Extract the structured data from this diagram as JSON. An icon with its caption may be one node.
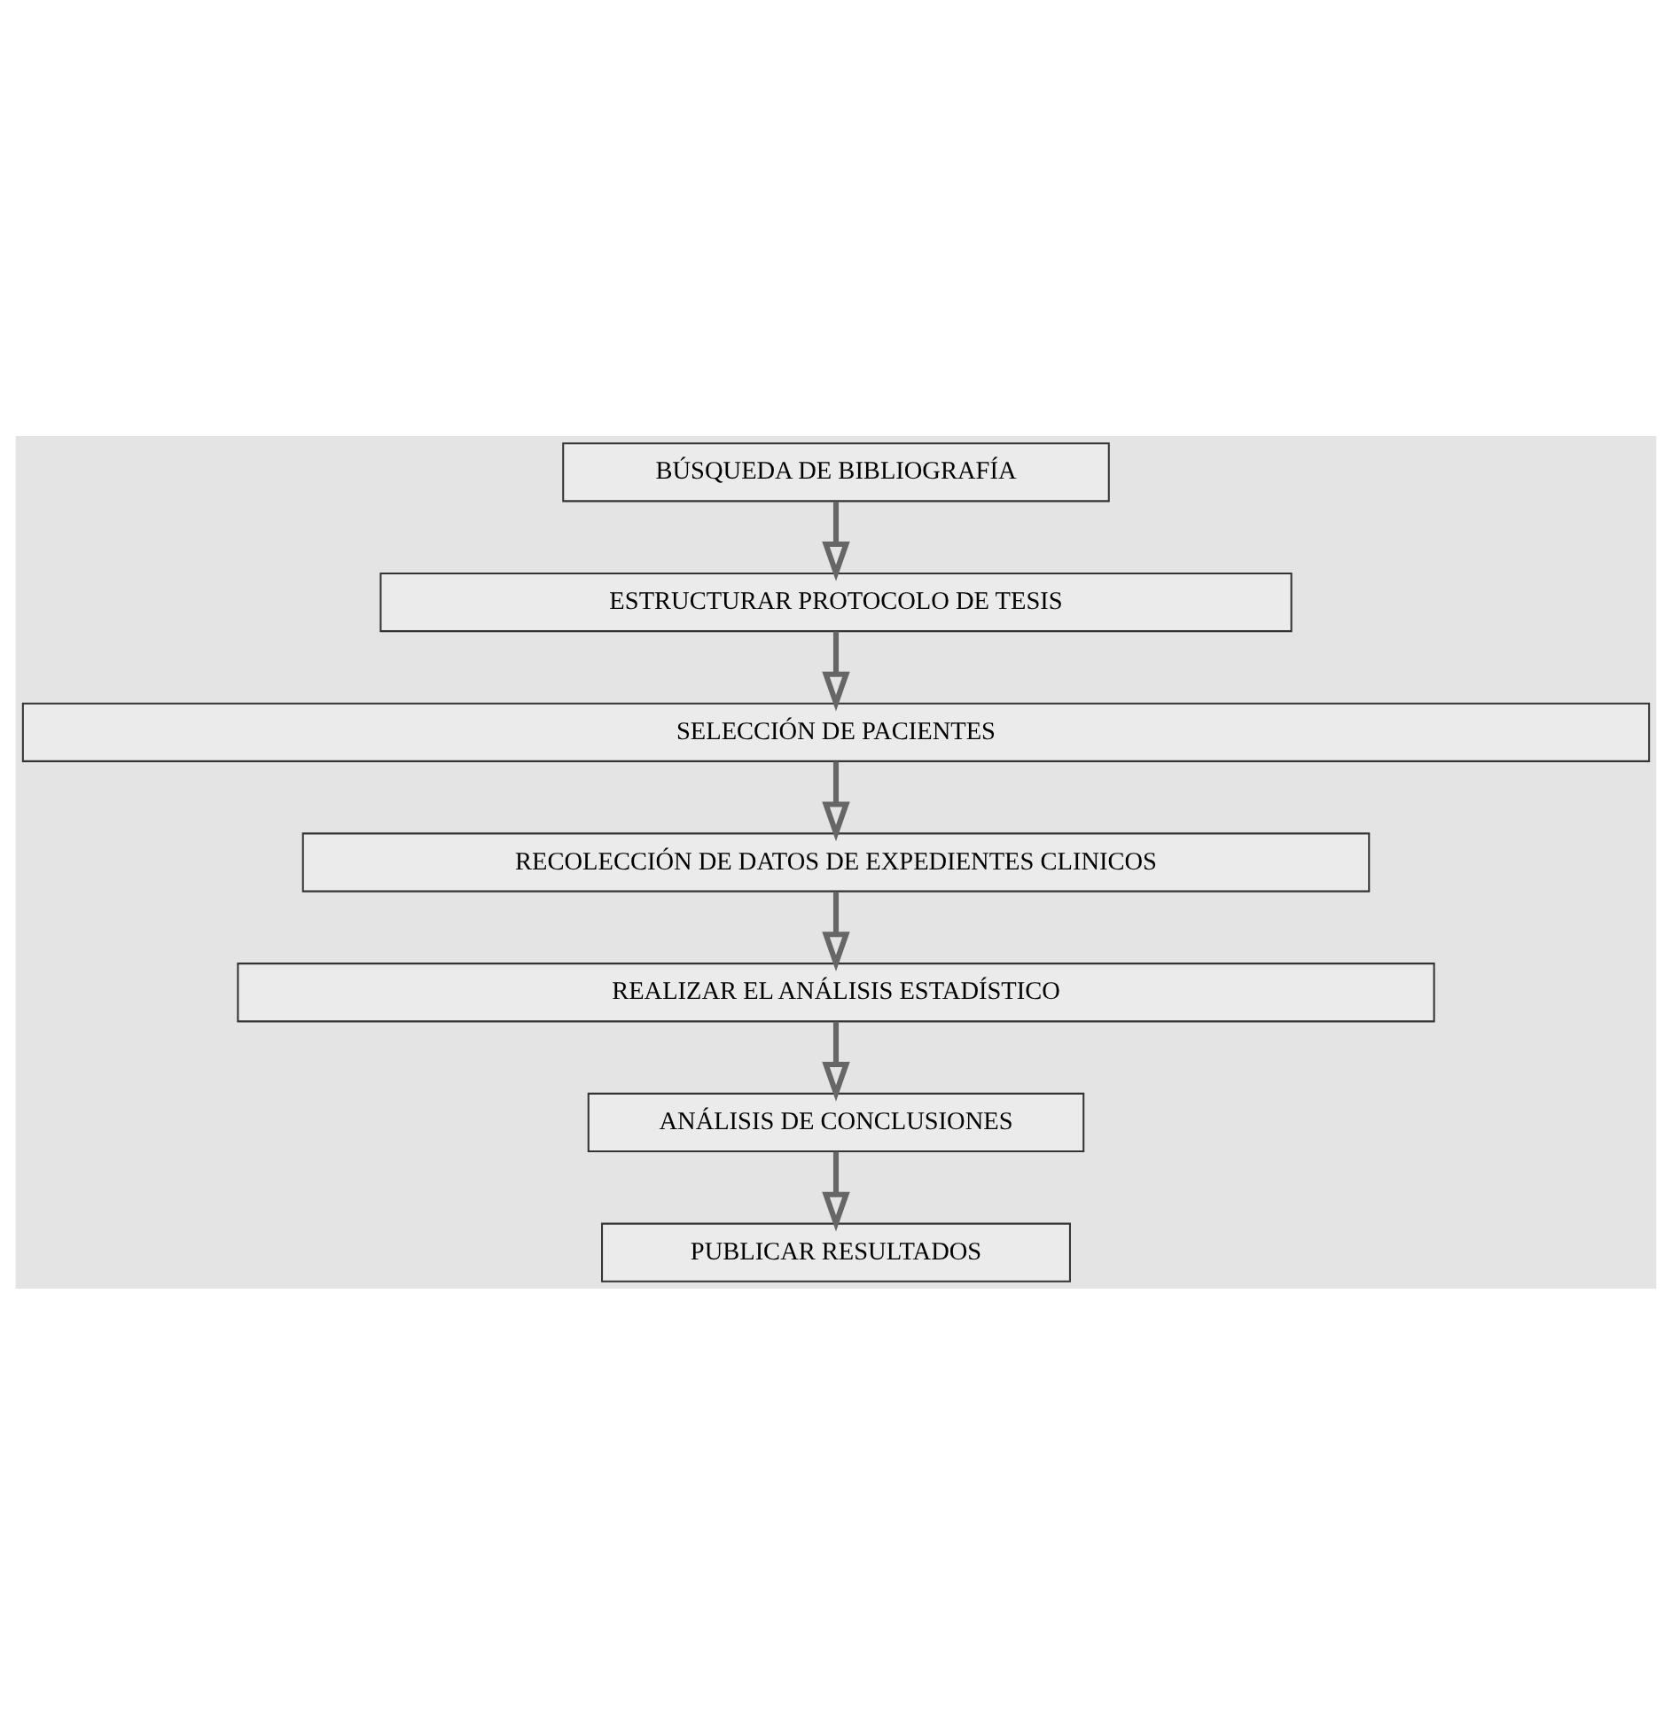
{
  "diagram": {
    "nodes": [
      {
        "text": [
          "BÚSQUEDA DE BIBLIOGRAFÍA"
        ]
      },
      {
        "text": [
          "ESTRUCTURAR PROTOCOLO DE TESIS"
        ]
      },
      {
        "text": [
          "SELECCIÓN DE PACIENTES"
        ]
      },
      {
        "text": [
          "RECOLECCIÓN DE DATOS DE EXPEDIENTES CLINICOS"
        ]
      },
      {
        "text": [
          "REALIZAR EL ANÁLISIS ESTADÍSTICO"
        ]
      },
      {
        "text": [
          "ANÁLISIS DE CONCLUSIONES"
        ]
      },
      {
        "text": [
          "PUBLICAR RESULTADOS"
        ]
      }
    ],
    "edges": [
      {
        "from": 0,
        "to": 1,
        "arrow": "to"
      },
      {
        "from": 1,
        "to": 2,
        "arrow": "to"
      },
      {
        "from": 2,
        "to": 3,
        "arrow": "to"
      },
      {
        "from": 3,
        "to": 4,
        "arrow": "to"
      },
      {
        "from": 4,
        "to": 5,
        "arrow": "to"
      },
      {
        "from": 5,
        "to": 6,
        "arrow": "to"
      }
    ]
  }
}
